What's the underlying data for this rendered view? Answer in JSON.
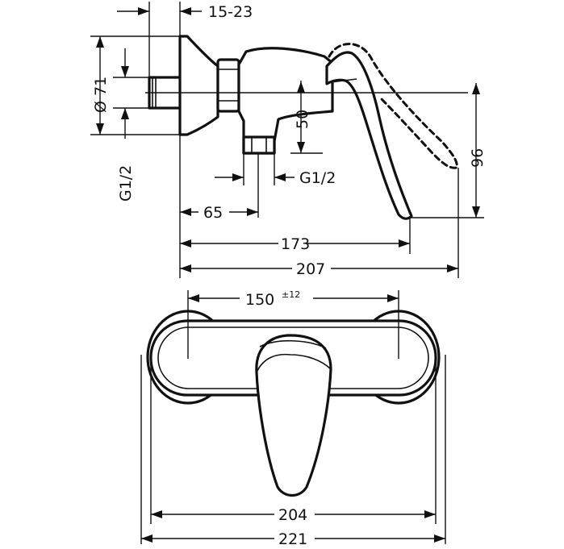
{
  "side_view": {
    "dim_wall_offset": "15-23",
    "dim_escutcheon_diameter": "Ø 71",
    "dim_inlet_thread": "G1/2",
    "dim_outlet_drop": "50",
    "dim_outlet_thread": "G1/2",
    "dim_outlet_distance": "65",
    "dim_lever_height": "96",
    "dim_lever_reach": "173",
    "dim_total_depth": "207"
  },
  "front_view": {
    "dim_center_distance": "150",
    "dim_center_tolerance": "±12",
    "dim_body_width": "204",
    "dim_overall_width": "221"
  }
}
